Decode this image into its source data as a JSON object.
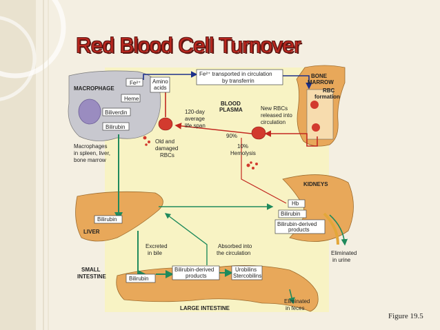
{
  "slide": {
    "title": "Red Blood Cell Turnover",
    "figure_caption": "Figure 19.5"
  },
  "diagram": {
    "macrophage": {
      "title": "MACROPHAGE",
      "fe": "Fe²⁺",
      "heme": "Heme",
      "amino_line1": "Amino",
      "amino_line2": "acids",
      "biliverdin": "Biliverdin",
      "bilirubin": "Bilirubin",
      "location_line1": "Macrophages",
      "location_line2": "in spleen, liver,",
      "location_line3": "bone marrow"
    },
    "transport": {
      "line1": "Fe²⁺ transported in circulation",
      "line2": "by transferrin"
    },
    "bone_marrow": {
      "line1": "BONE",
      "line2": "MARROW",
      "rbc_line1": "RBC",
      "rbc_line2": "formation"
    },
    "blood_plasma": {
      "line1": "BLOOD",
      "line2": "PLASMA",
      "lifespan_line1": "120-day",
      "lifespan_line2": "average",
      "lifespan_line3": "life span",
      "new_rbc_line1": "New RBCs",
      "new_rbc_line2": "released into",
      "new_rbc_line3": "circulation",
      "old_line1": "Old and",
      "old_line2": "damaged",
      "old_line3": "RBCs",
      "pct90": "90%",
      "pct10": "10%",
      "hemolysis": "Hemolysis"
    },
    "kidneys": {
      "title": "KIDNEYS",
      "hb": "Hb",
      "bilirubin": "Bilirubin",
      "products_line1": "Bilirubin-derived",
      "products_line2": "products",
      "elim_line1": "Eliminated",
      "elim_line2": "in urine"
    },
    "liver": {
      "bilirubin": "Bilirubin",
      "title": "LIVER",
      "excreted_line1": "Excreted",
      "excreted_line2": "in bile"
    },
    "intestine": {
      "small_line1": "SMALL",
      "small_line2": "INTESTINE",
      "bilirubin": "Bilirubin",
      "absorbed_line1": "Absorbed into",
      "absorbed_line2": "the circulation",
      "products_line1": "Bilirubin-derived",
      "products_line2": "products",
      "uro_line1": "Urobilins",
      "uro_line2": "Stercobilins",
      "large": "LARGE INTESTINE",
      "elim_line1": "Eliminated",
      "elim_line2": "in feces"
    }
  },
  "colors": {
    "title": "#b9271f",
    "rbc": "#d23a2e",
    "arrow_green": "#1f8a5c",
    "arrow_blue": "#1c2f8a",
    "arrow_red": "#c22820",
    "tissue": "#e8a85a"
  }
}
